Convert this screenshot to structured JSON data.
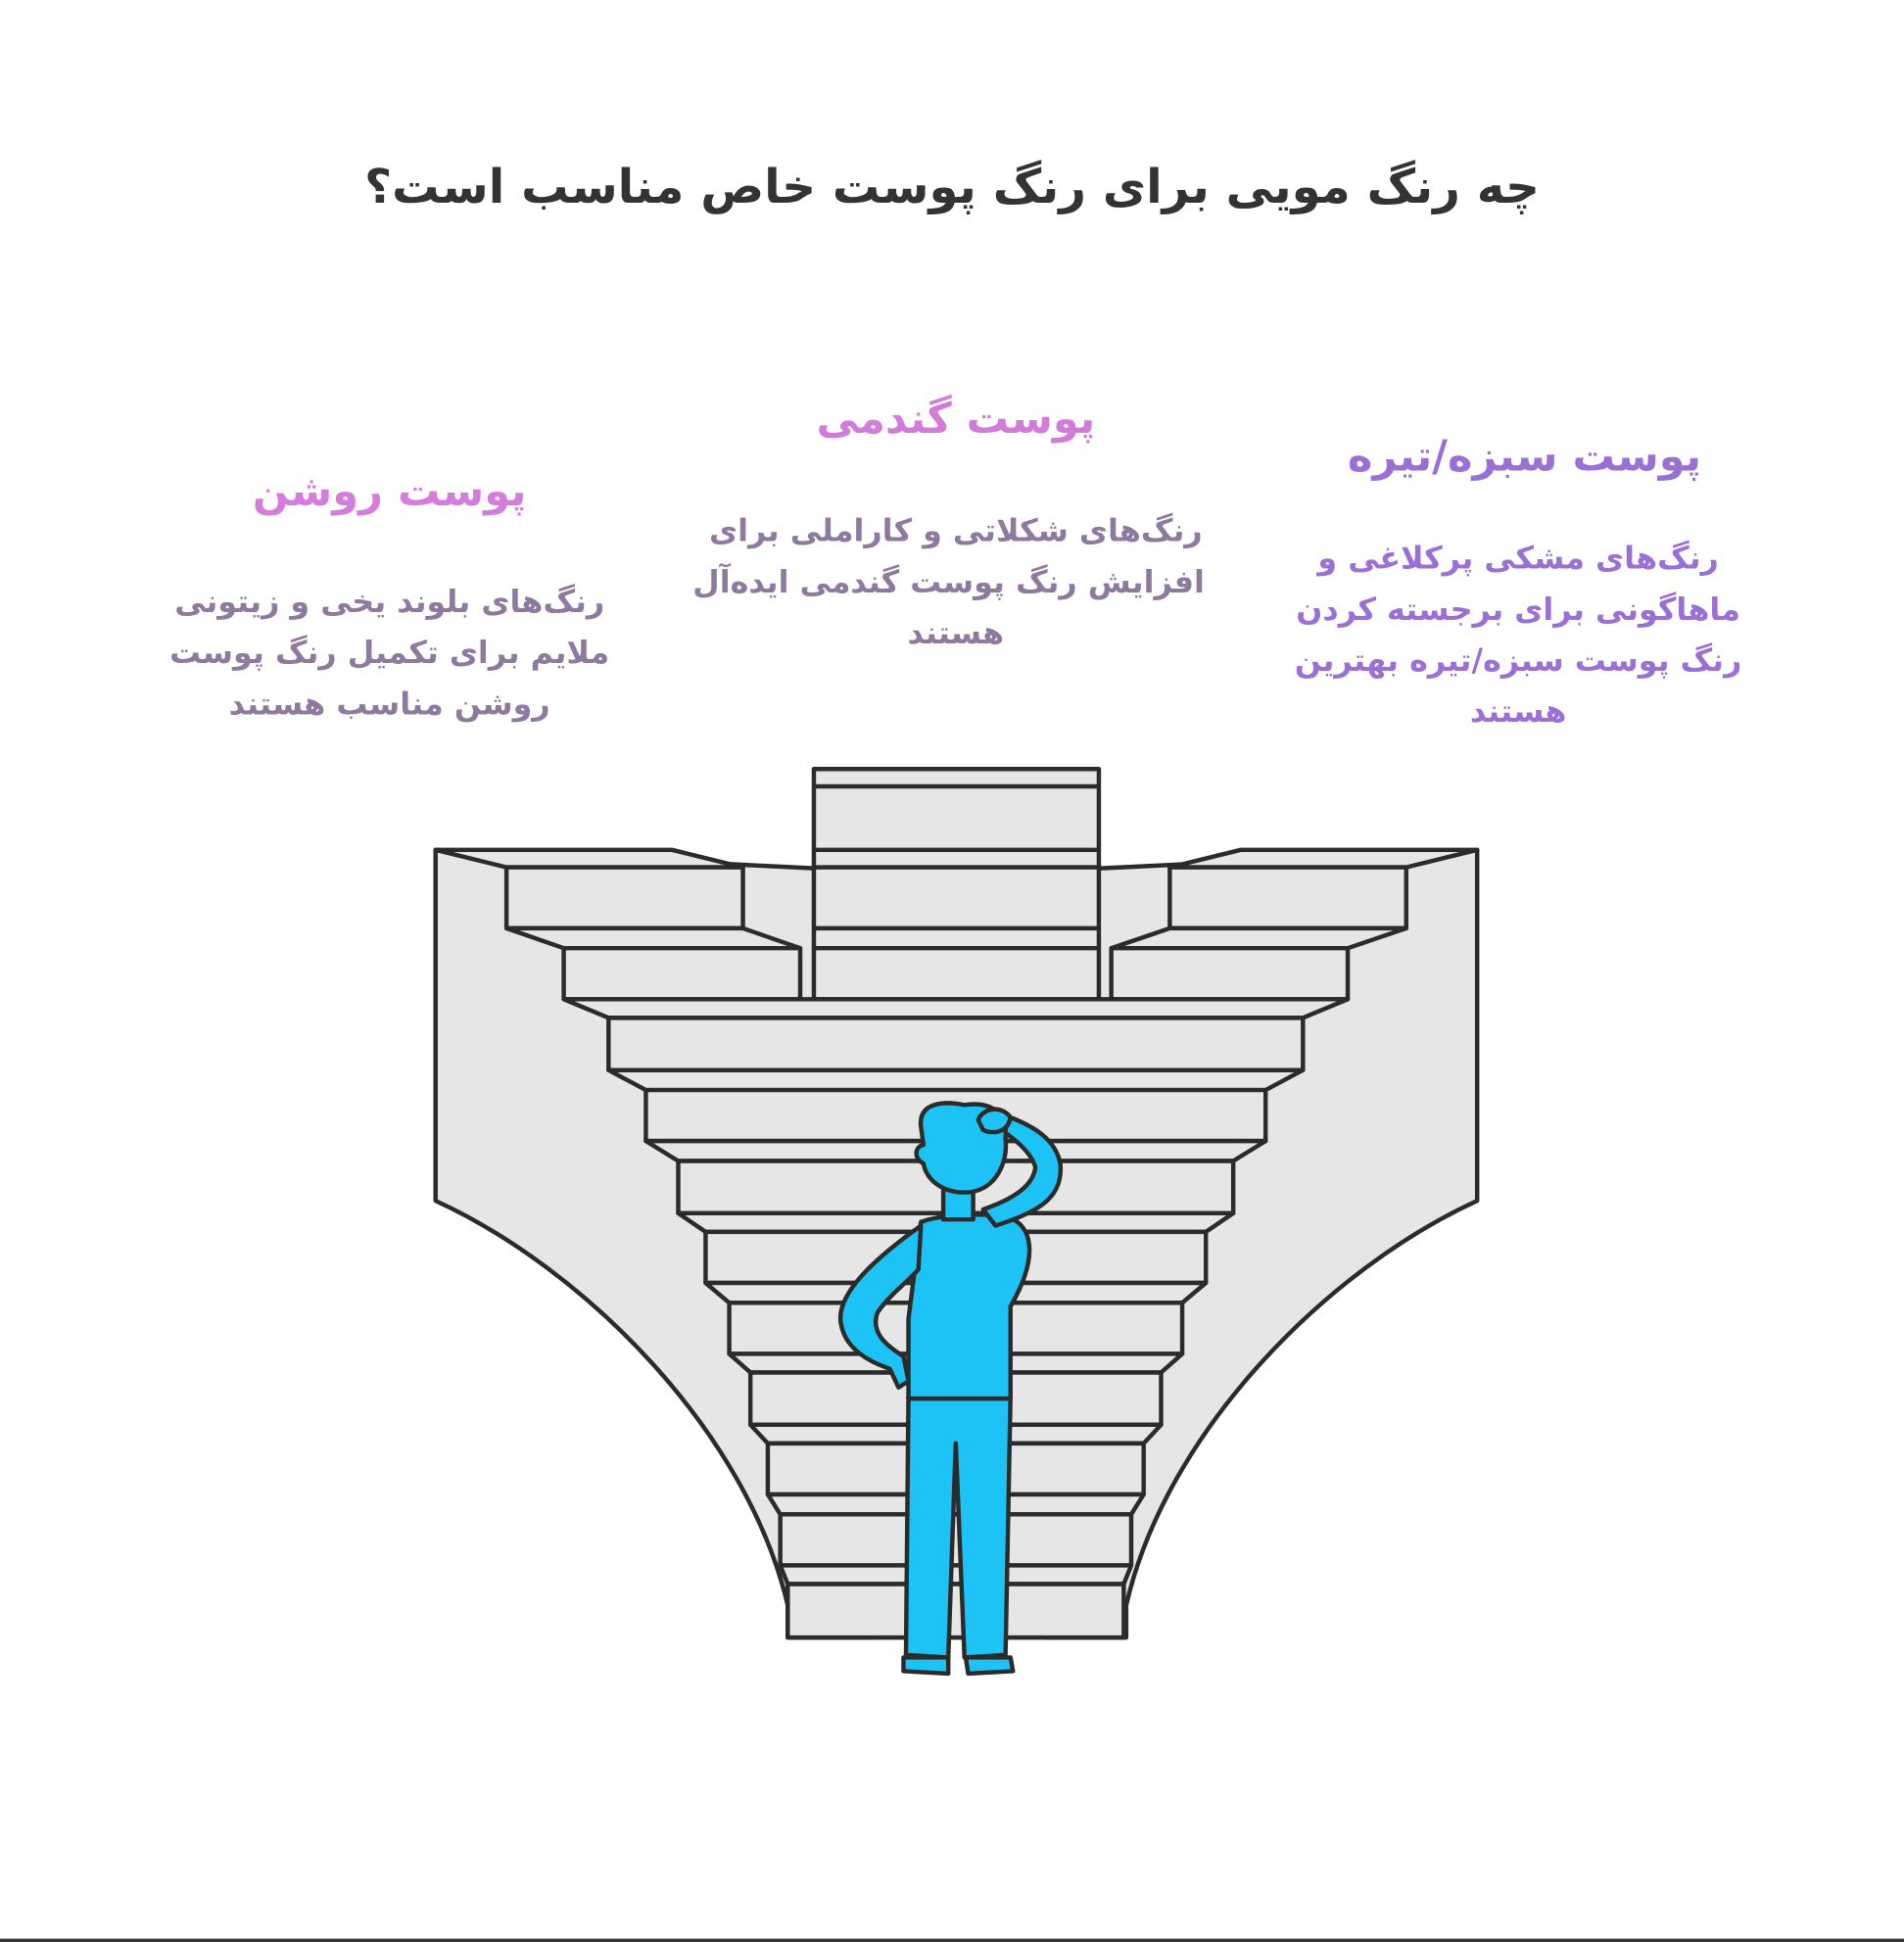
{
  "title": "چه رنگ مویی برای رنگ پوست خاص مناسب است؟",
  "options": [
    {
      "heading": "پوست روشن",
      "lines": [
        "رنگ‌های بلوند یخی و زیتونی",
        "ملایم برای تکمیل رنگ پوست",
        "روشن مناسب هستند"
      ]
    },
    {
      "heading": "پوست گندمی",
      "lines": [
        "رنگ‌های شکلاتی و کاراملی برای",
        "افزایش رنگ پوست گندمی ایده‌آل",
        "هستند"
      ]
    },
    {
      "heading": "پوست سبزه/تیره",
      "lines": [
        "رنگ‌های مشکی پرکلاغی و",
        "ماهاگونی برای برجسته کردن",
        "رنگ پوست سبزه/تیره بهترین",
        "هستند"
      ]
    }
  ],
  "colors": {
    "title": "#333333",
    "heading_pink": "#d57ddd",
    "heading_purple": "#9a6fd6",
    "body_muted": "#8d7a9e",
    "person": "#1ec3f6",
    "stairs": "#e6e6e6",
    "outline": "#2b2b2b"
  }
}
